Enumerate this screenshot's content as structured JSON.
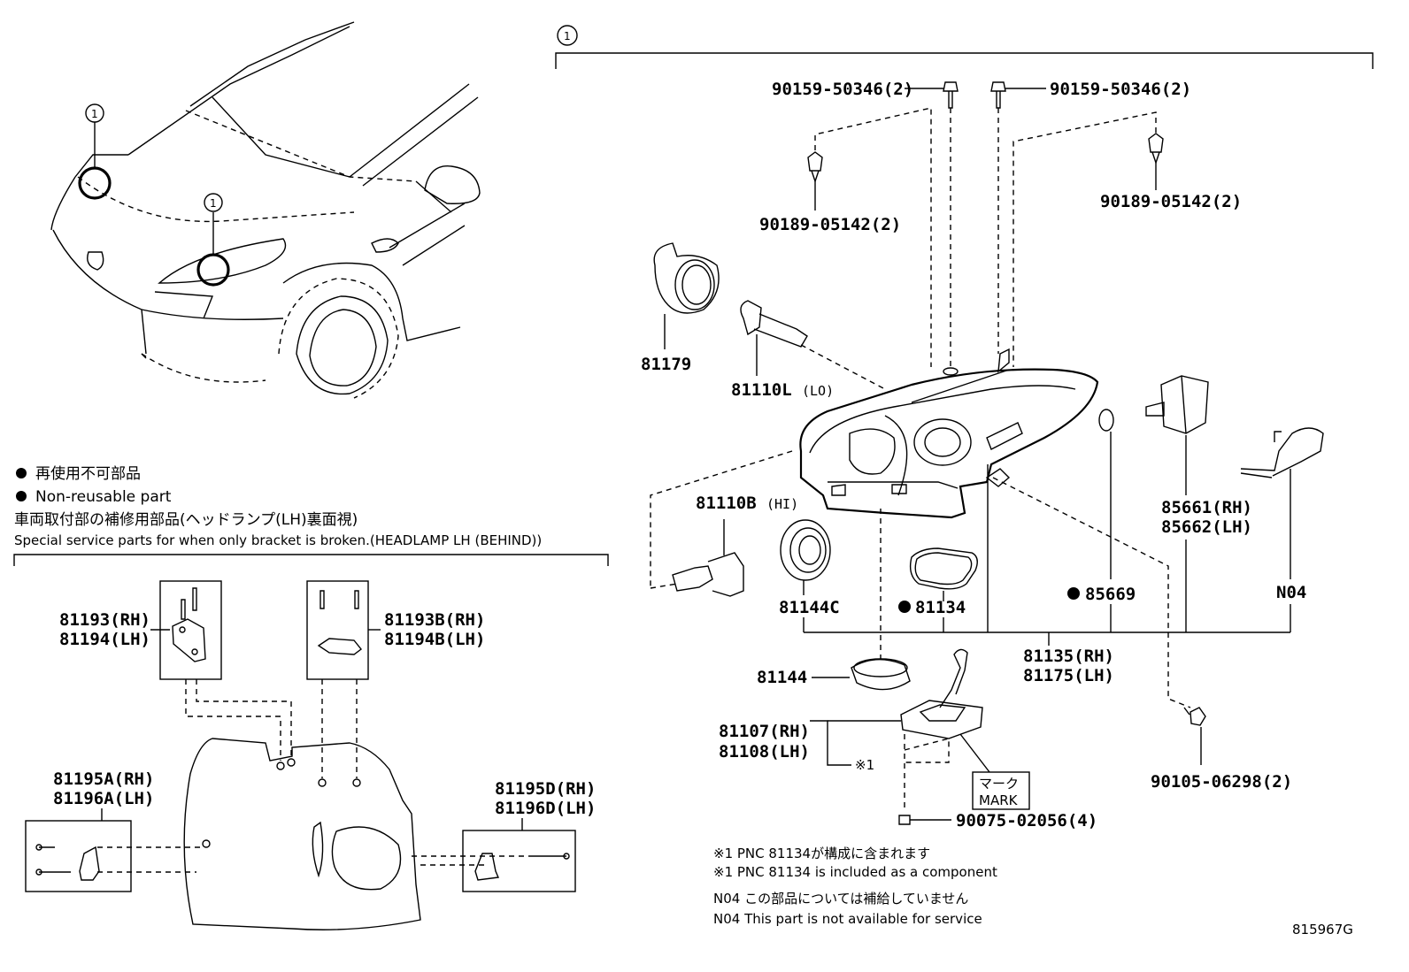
{
  "callout_index": "1",
  "legend": {
    "bullet_jp": "再使用不可部品",
    "bullet_en": "Non-reusable part",
    "special_jp": "車両取付部の補修用部品(ヘッドランプ(LH)裏面視)",
    "special_en": "Special service parts for when only bracket is broken.(HEADLAMP LH (BEHIND))"
  },
  "parts": {
    "p90159_l": "90159-50346(2)",
    "p90159_r": "90159-50346(2)",
    "p90189_l": "90189-05142(2)",
    "p90189_r": "90189-05142(2)",
    "p81179": "81179",
    "p81110L": "81110L",
    "p81110L_sub": "(LO)",
    "p81110B": "81110B",
    "p81110B_sub": "(HI)",
    "p81144C": "81144C",
    "p81134": "81134",
    "p85669": "85669",
    "p85661": "85661(RH)",
    "p85662": "85662(LH)",
    "pN04": "N04",
    "p81135": "81135(RH)",
    "p81175": "81175(LH)",
    "p81144": "81144",
    "p81107": "81107(RH)",
    "p81108": "81108(LH)",
    "mark_star": "※1",
    "mark_jp": "マーク",
    "mark_en": "MARK",
    "p90105": "90105-06298(2)",
    "p90075": "90075-02056(4)",
    "p81193": "81193(RH)",
    "p81194": "81194(LH)",
    "p81193B": "81193B(RH)",
    "p81194B": "81194B(LH)",
    "p81195A": "81195A(RH)",
    "p81196A": "81196A(LH)",
    "p81195D": "81195D(RH)",
    "p81196D": "81196D(LH)"
  },
  "footnotes": {
    "n1_jp": "※1 PNC 81134が構成に含まれます",
    "n1_en": "※1 PNC 81134 is included as a component",
    "n2_jp": "N04 この部品については補給していません",
    "n2_en": "N04 This part is not available for service"
  },
  "diagram_id": "815967G"
}
